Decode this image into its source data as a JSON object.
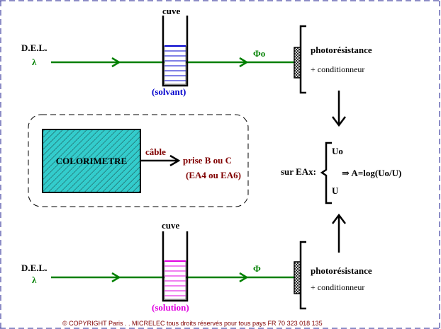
{
  "colors": {
    "beam": "#008000",
    "solvent": "#0000cc",
    "solution": "#e000e0",
    "colorimeter_fill": "#33cccc",
    "border_dash": "#1a1a8c",
    "accent_text": "#800000"
  },
  "top": {
    "led_label": "D.E.L.",
    "lambda_label": "λ",
    "cuve_label": "cuve",
    "liquid_label": "(solvant)",
    "phi_label": "Φo",
    "detector_line1": "photorésistance",
    "detector_line2": "+ conditionneur"
  },
  "bottom": {
    "led_label": "D.E.L.",
    "lambda_label": "λ",
    "cuve_label": "cuve",
    "liquid_label": "(solution)",
    "phi_label": "Φ",
    "detector_line1": "photorésistance",
    "detector_line2": "+ conditionneur"
  },
  "colorimeter": {
    "title": "COLORIMETRE",
    "cable_label": "câble",
    "plug_line1": "prise B ou C",
    "plug_line2": "(EA4 ou EA6)"
  },
  "acquisition": {
    "label": "sur EAx:",
    "u0": "Uo",
    "u": "U",
    "formula": "⇒ A=log(Uo/U)"
  },
  "footer": "© COPYRIGHT  Paris  .   .   MICRELEC tous droits réservés pour tous pays     FR 70 323 018 135"
}
